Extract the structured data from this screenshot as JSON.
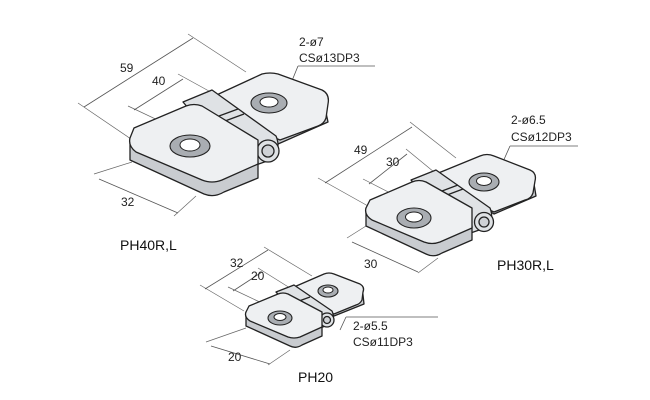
{
  "hinges": [
    {
      "model": "PH40R,L",
      "dims": {
        "overall": "59",
        "inner": "40",
        "depth": "32"
      },
      "note": {
        "line1": "2-ø7",
        "line2": "CSø13DP3"
      }
    },
    {
      "model": "PH30R,L",
      "dims": {
        "overall": "49",
        "inner": "30",
        "depth": "30"
      },
      "note": {
        "line1": "2-ø6.5",
        "line2": "CSø12DP3"
      }
    },
    {
      "model": "PH20",
      "dims": {
        "overall": "32",
        "inner": "20",
        "depth": "20"
      },
      "note": {
        "line1": "2-ø5.5",
        "line2": "CSø11DP3"
      }
    }
  ]
}
